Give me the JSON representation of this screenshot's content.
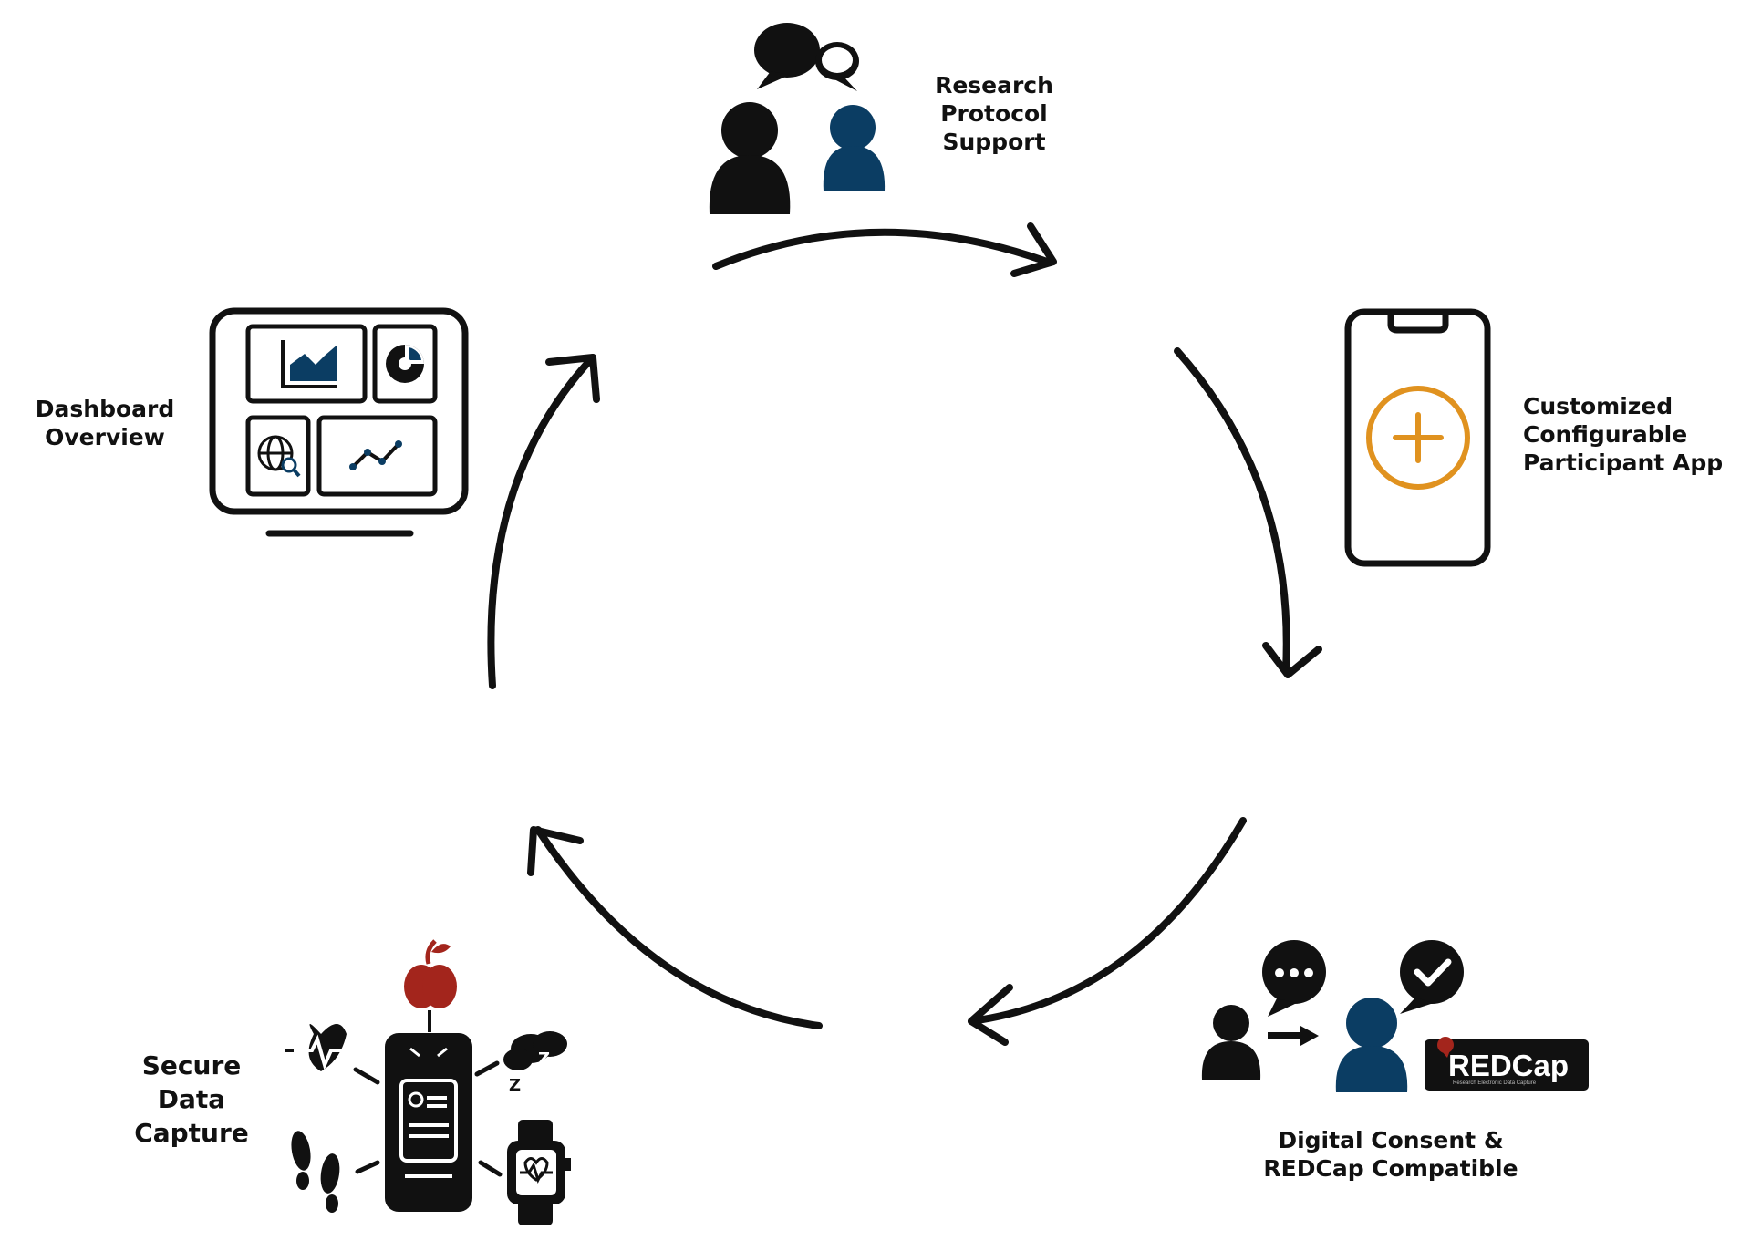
{
  "colors": {
    "ink": "#111111",
    "navy": "#0b3d63",
    "orange": "#e0921f",
    "apple_red": "#a3251c",
    "background": "#ffffff"
  },
  "nodes": {
    "research": {
      "lines": [
        "Research",
        "Protocol",
        "Support"
      ],
      "icon": "discussion-people-icon"
    },
    "app": {
      "lines": [
        "Customized",
        "Configurable",
        "Participant App"
      ],
      "icon": "smartphone-plus-icon"
    },
    "consent": {
      "lines": [
        "Digital Consent &",
        "REDCap Compatible"
      ],
      "icon": "consent-transfer-icon"
    },
    "secure": {
      "lines": [
        "Secure",
        "Data",
        "Capture"
      ],
      "icon": "phone-sensors-icon"
    },
    "dashboard": {
      "lines": [
        "Dashboard",
        "Overview"
      ],
      "icon": "dashboard-monitor-icon"
    }
  },
  "redcap_logo": {
    "name": "REDCap",
    "tagline": "Research Electronic Data Capture"
  }
}
